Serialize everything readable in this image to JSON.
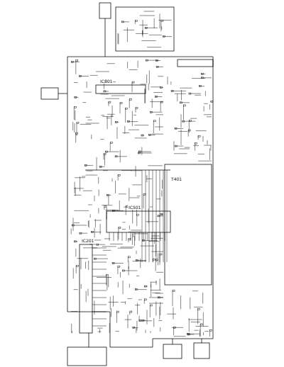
{
  "diagram": {
    "labels": [
      "IC801",
      "IC501",
      "IC201",
      "T401"
    ]
  }
}
